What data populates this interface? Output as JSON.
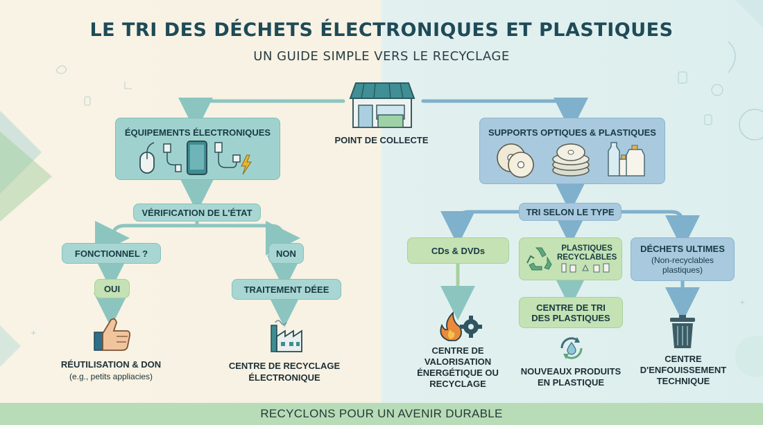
{
  "header": {
    "title": "LE TRI DES DÉCHETS ÉLECTRONIQUES ET PLASTIQUES",
    "subtitle": "UN GUIDE SIMPLE VERS LE RECYCLAGE"
  },
  "collection_point": {
    "label": "POINT DE COLLECTE",
    "icon": "store-icon"
  },
  "left": {
    "category": "ÉQUIPEMENTS ÉLECTRONIQUES",
    "icons": [
      "mouse-icon",
      "usb-cable-icon",
      "smartphone-icon",
      "charger-cable-icon",
      "lightning-icon"
    ],
    "check": "VÉRIFICATION DE L'ÉTAT",
    "working": "FONCTIONNEL ?",
    "no": "NON",
    "yes": "OUI",
    "treatment": "TRAITEMENT DÉEE",
    "reuse_label": "RÉUTILISATION & DON",
    "reuse_note": "(e.g., petits appliacies)",
    "center_line1": "CENTRE DE RECYCLAGE",
    "center_line2": "ÉLECTRONIQUE"
  },
  "right": {
    "category": "SUPPORTS OPTIQUES & PLASTIQUES",
    "sort": "TRI SELON LE TYPE",
    "cds": "CDs & DVDs",
    "plastics_line1": "PLASTIQUES",
    "plastics_line2": "RECYCLABLES",
    "ultimate": "DÉCHETS ULTIMES",
    "ultimate_note1": "(Non-recyclables",
    "ultimate_note2": "plastiques)",
    "sorting_center_line1": "CENTRE DE TRI",
    "sorting_center_line2": "DES PLASTIQUES",
    "valor_line1": "CENTRE DE",
    "valor_line2": "VALORISATION",
    "valor_line3": "ÉNERGÉTIQUE OU",
    "valor_line4": "RECYCLAGE",
    "new_products_line1": "NOUVEAUX PRODUITS",
    "new_products_line2": "EN PLASTIQUE",
    "landfill_line1": "CENTRE",
    "landfill_line2": "D'ENFOUISSEMENT",
    "landfill_line3": "TECHNIQUE"
  },
  "footer": {
    "text": "RECYCLONS POUR UN AVENIR DURABLE"
  },
  "colors": {
    "teal_box": "#9fd2ce",
    "green_box": "#c4e2b3",
    "blue_box": "#a9c9de",
    "arrow_teal": "#8cc5c0",
    "arrow_blue": "#7fb0cc",
    "title": "#1f4a57"
  }
}
